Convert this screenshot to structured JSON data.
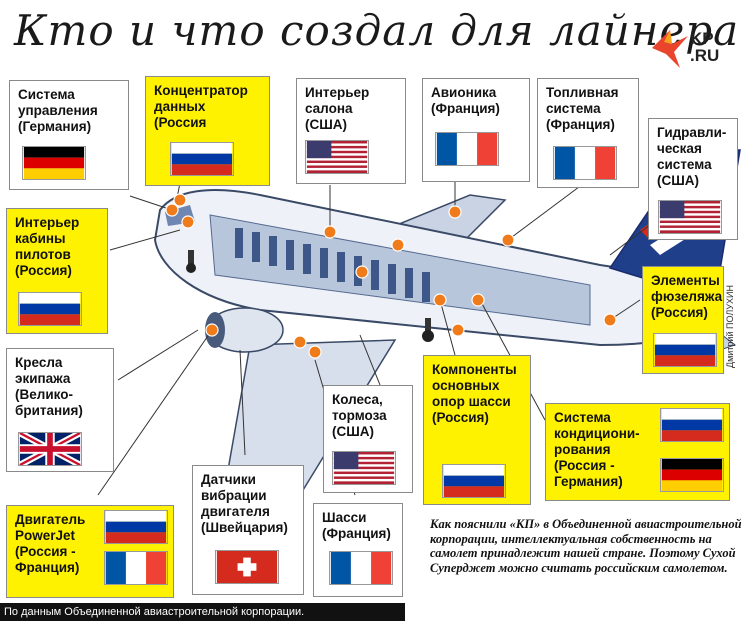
{
  "title": "Кто и что создал для лайнера",
  "logo": {
    "text_top": "KP",
    "text_bottom": ".RU"
  },
  "credit": "Дмитрий ПОЛУХИН",
  "footer": "По данным Объединенной авиастроительной корпорации.",
  "note": "Как пояснили «КП» в Объединенной авиастроительной корпорации, интеллектуальная собственность на самолет принадлежит нашей стране. Поэтому Сухой Суперджет можно считать российским самолетом.",
  "components": [
    {
      "label": "Система\nуправления\n(Германия)",
      "flags": [
        "germany"
      ]
    },
    {
      "label": "Концентратор\nданных\n(Россия",
      "flags": [
        "russia"
      ]
    },
    {
      "label": "Интерьер\nсалона\n(США)",
      "flags": [
        "usa"
      ]
    },
    {
      "label": "Авионика\n(Франция)",
      "flags": [
        "france"
      ]
    },
    {
      "label": "Топливная\nсистема\n(Франция)",
      "flags": [
        "france"
      ]
    },
    {
      "label": "Гидравли-\nческая\nсистема\n(США)",
      "flags": [
        "usa"
      ]
    },
    {
      "label": "Интерьер\nкабины\nпилотов\n(Россия)",
      "flags": [
        "russia"
      ]
    },
    {
      "label": "Элементы\nфюзеляжа\n(Россия)",
      "flags": [
        "russia"
      ]
    },
    {
      "label": "Кресла\nэкипажа\n(Велико-\nбритания)",
      "flags": [
        "uk"
      ]
    },
    {
      "label": "Колеса,\nтормоза\n(США)",
      "flags": [
        "usa"
      ]
    },
    {
      "label": "Компоненты\nосновных\nопор шасси\n(Россия)",
      "flags": [
        "russia"
      ]
    },
    {
      "label": "Система\nкондициони-\nрования\n(Россия -\nГермания)",
      "flags": [
        "russia",
        "germany"
      ]
    },
    {
      "label": "Датчики\nвибрации\nдвигателя\n(Швейцария)",
      "flags": [
        "switzerland"
      ]
    },
    {
      "label": "Двигатель\nPowerJet\n(Россия -\nФранция)",
      "flags": [
        "russia",
        "france"
      ]
    },
    {
      "label": "Шасси\n(Франция)",
      "flags": [
        "france"
      ]
    }
  ],
  "colors": {
    "yellow": "#fff200",
    "red": "#d52b1e",
    "blue": "#0039a6",
    "navy": "#1a2a6c"
  }
}
